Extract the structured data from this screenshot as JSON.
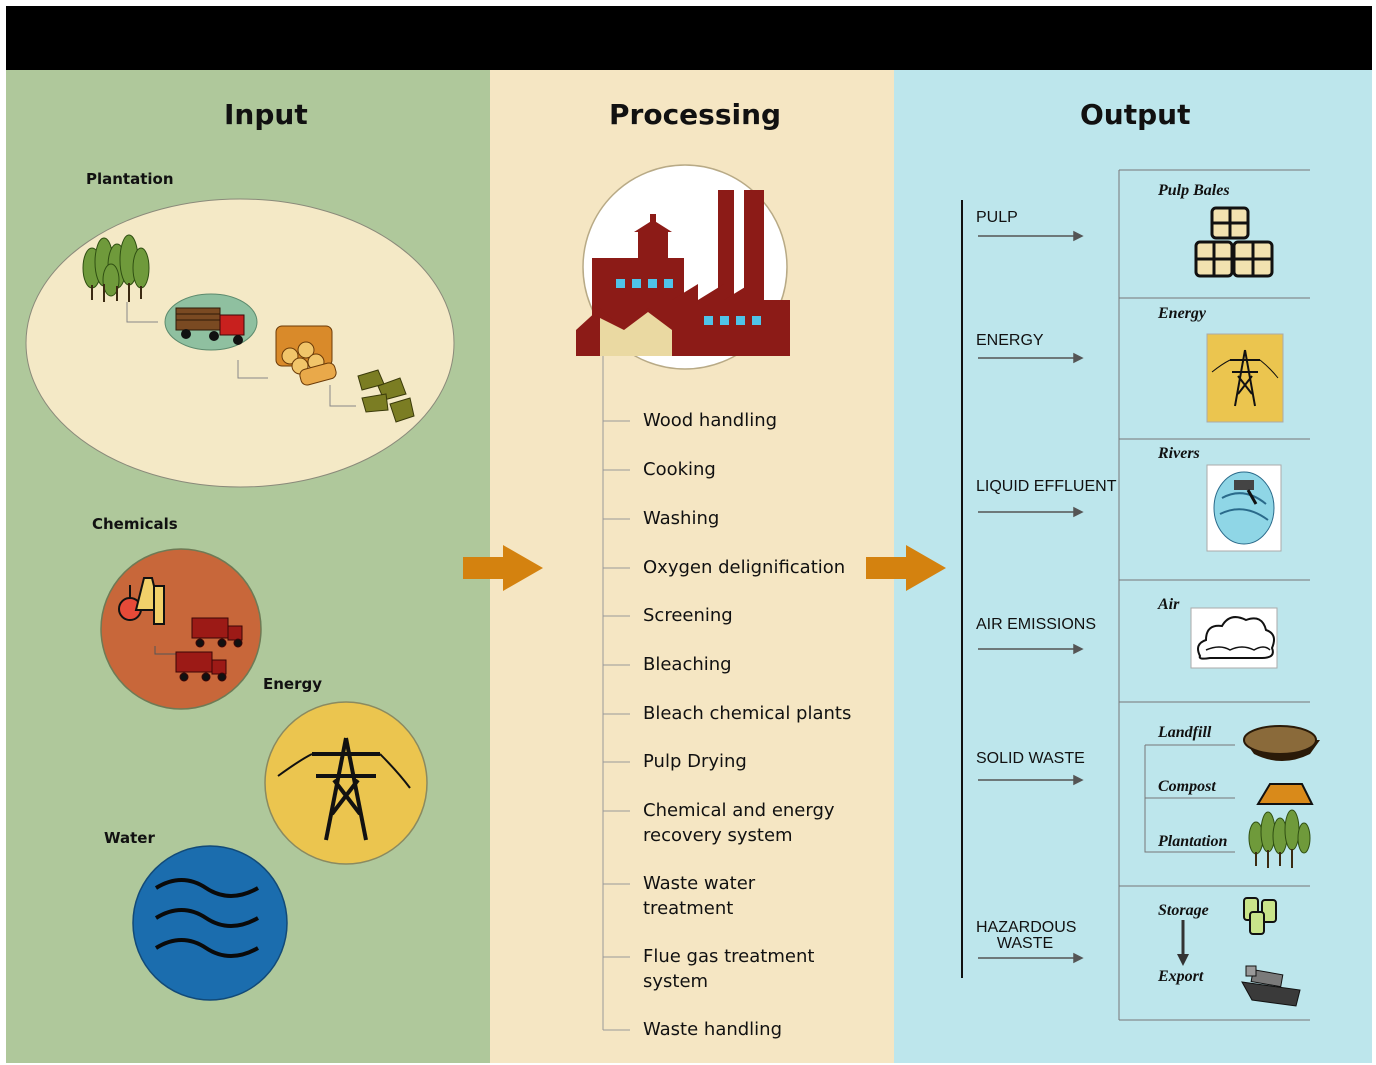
{
  "columns": {
    "input": "Input",
    "processing": "Processing",
    "output": "Output"
  },
  "input": {
    "plantation": "Plantation",
    "chemicals": "Chemicals",
    "energy": "Energy",
    "water": "Water"
  },
  "processing": {
    "steps": [
      "Wood handling",
      "Cooking",
      "Washing",
      "Oxygen delignification",
      "Screening",
      "Bleaching",
      "Bleach chemical plants",
      "Pulp Drying",
      "Chemical and energy\nrecovery system",
      "Waste water\ntreatment",
      "Flue gas treatment\nsystem",
      "Waste handling"
    ]
  },
  "output": {
    "flows": [
      "PULP",
      "ENERGY",
      "LIQUID EFFLUENT",
      "AIR EMISSIONS",
      "SOLID WASTE",
      "HAZARDOUS\nWASTE"
    ],
    "destinations": {
      "pulp_bales": "Pulp Bales",
      "energy": "Energy",
      "rivers": "Rivers",
      "air": "Air",
      "landfill": "Landfill",
      "compost": "Compost",
      "plantation": "Plantation",
      "storage": "Storage",
      "export": "Export"
    }
  },
  "colors": {
    "input_bg": "#afc89b",
    "processing_bg": "#f5e6c3",
    "output_bg": "#bde6ec",
    "arrow": "#d4820f",
    "factory": "#8c1b17"
  }
}
